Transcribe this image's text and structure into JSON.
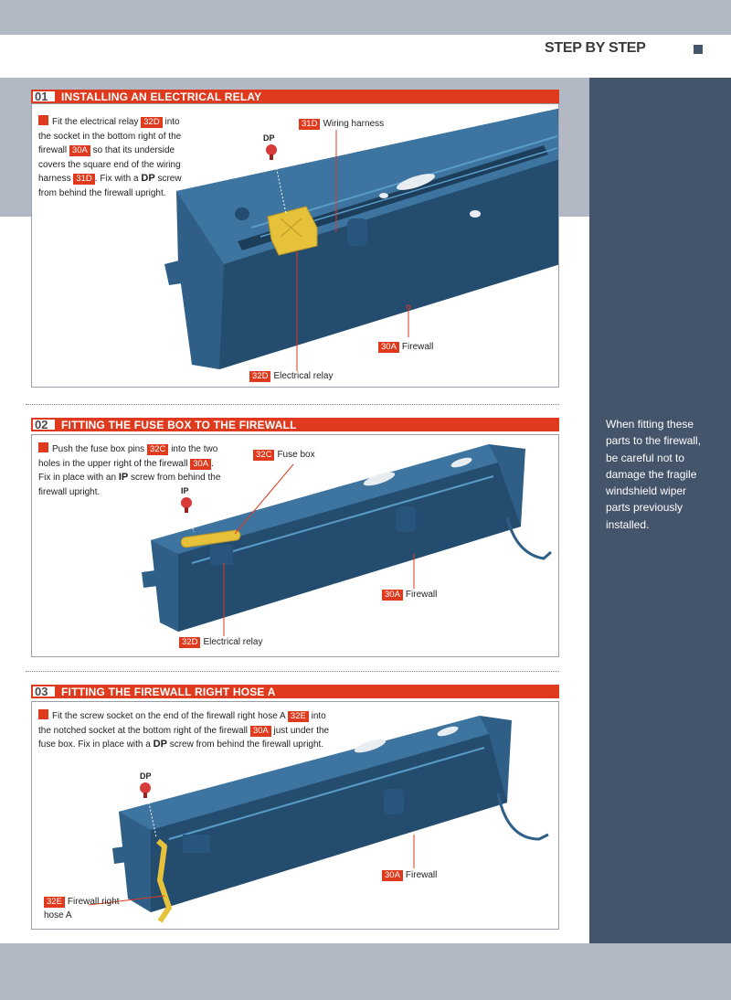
{
  "header": {
    "title_left": "STEP",
    "title_right": "BY STEP"
  },
  "sidebar": {
    "text": "When fitting these parts to the firewall, be careful not to damage the fragile windshield wiper parts previously installed."
  },
  "steps": [
    {
      "number": "01",
      "title": "INSTALLING AN ELECTRICAL RELAY",
      "instruction": {
        "t1": "Fit the electrical relay",
        "tag1": "32D",
        "t2": "into the socket in the bottom right of the firewall",
        "tag2": "30A",
        "t3": "so that its underside covers the square end of the wiring harness",
        "tag3": "31D",
        "t4": ". Fix with a",
        "bold": "DP",
        "t5": "screw from behind the firewall upright."
      },
      "screw_label": "DP",
      "callouts": [
        {
          "tag": "31D",
          "label": "Wiring harness"
        },
        {
          "tag": "30A",
          "label": "Firewall"
        },
        {
          "tag": "32D",
          "label": "Electrical relay"
        }
      ]
    },
    {
      "number": "02",
      "title": "FITTING THE FUSE BOX TO THE FIREWALL",
      "instruction": {
        "t1": "Push the fuse box pins",
        "tag1": "32C",
        "t2": "into the two holes in the upper right of the firewall",
        "tag2": "30A",
        "t3": ". Fix in place with an",
        "bold": "IP",
        "t4": "screw from behind the firewall upright."
      },
      "screw_label": "IP",
      "callouts": [
        {
          "tag": "32C",
          "label": "Fuse box"
        },
        {
          "tag": "30A",
          "label": "Firewall"
        },
        {
          "tag": "32D",
          "label": "Electrical relay"
        }
      ]
    },
    {
      "number": "03",
      "title": "FITTING THE FIREWALL RIGHT HOSE A",
      "instruction": {
        "t1": "Fit the screw socket on the end of the firewall right hose A",
        "tag1": "32E",
        "t2": "into the notched socket at the bottom right of the firewall",
        "tag2": "30A",
        "t3": "just under the fuse box. Fix in place with a",
        "bold": "DP",
        "t4": "screw from behind the firewall upright."
      },
      "screw_label": "DP",
      "callouts": [
        {
          "tag": "30A",
          "label": "Firewall"
        },
        {
          "tag": "32E",
          "label": "Firewall right hose A"
        }
      ]
    }
  ],
  "colors": {
    "accent_red": "#e03a1e",
    "sidebar_blue": "#44546b",
    "band_gray": "#b3b9c4",
    "part_blue": "#2f5f86",
    "part_yellow": "#e6c23a"
  }
}
